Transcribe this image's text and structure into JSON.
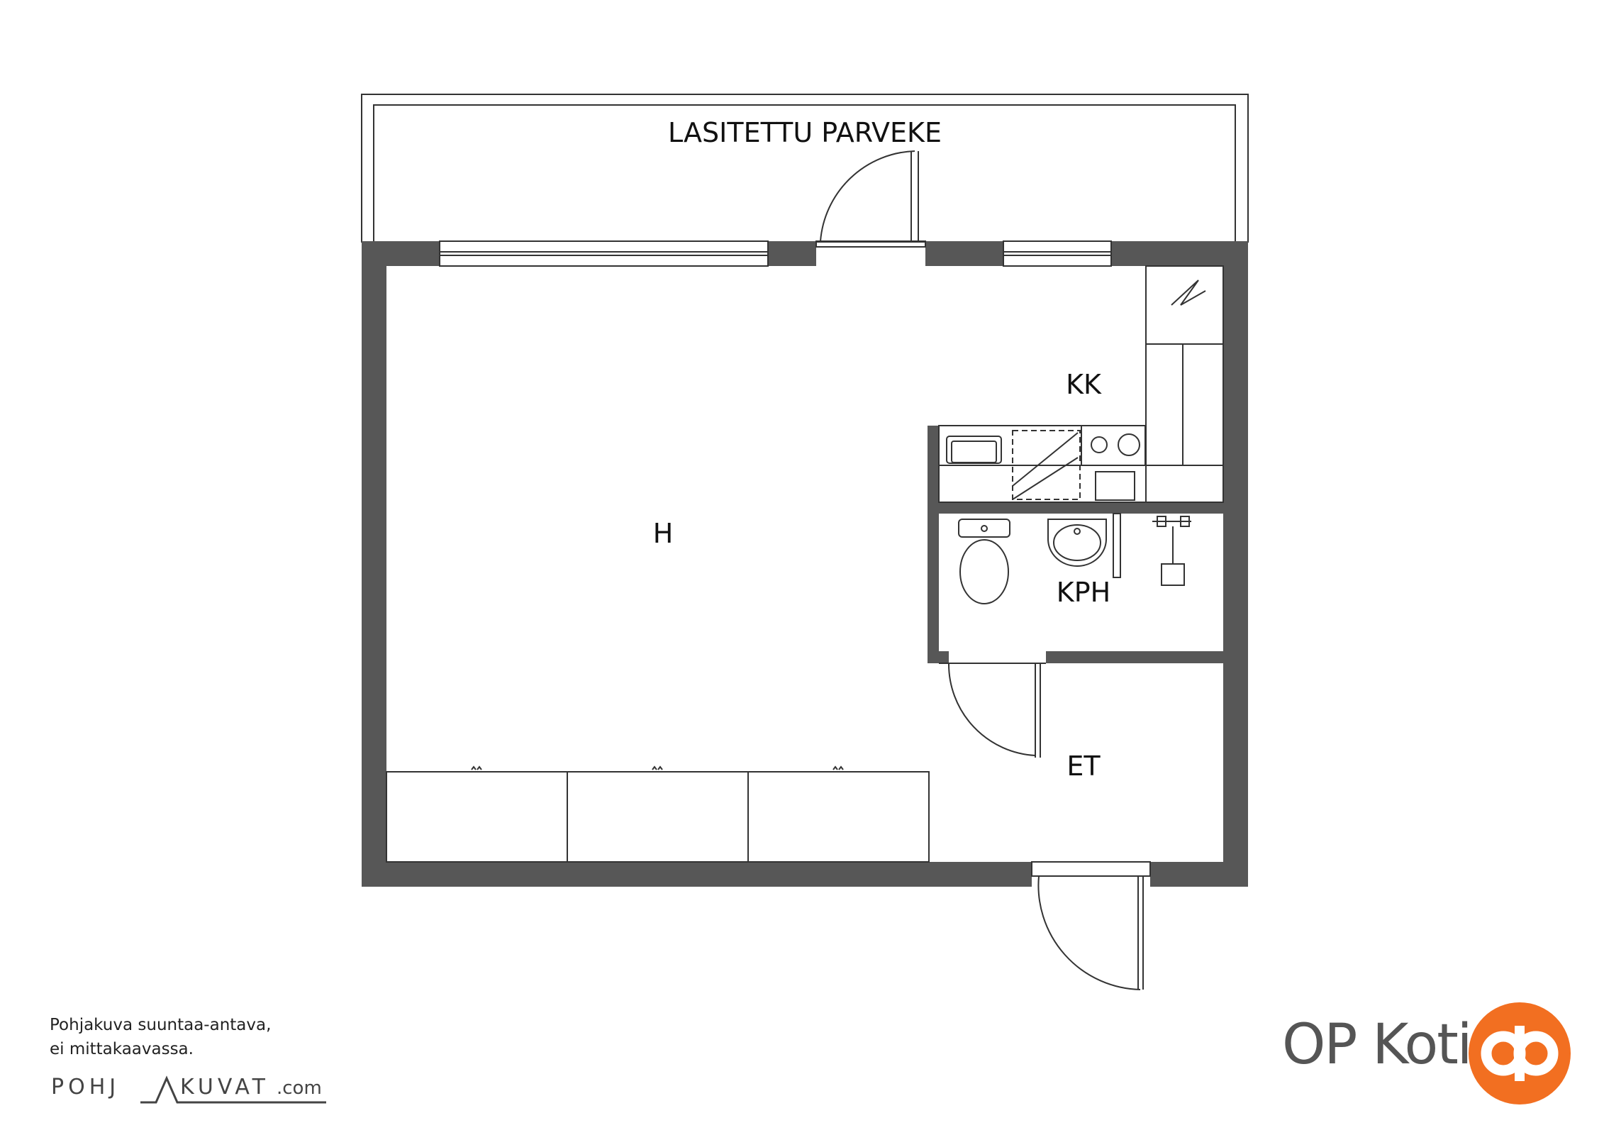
{
  "rooms": {
    "balcony": "LASITETTU PARVEKE",
    "living": "H",
    "kitchen": "KK",
    "bathroom": "KPH",
    "hall": "ET"
  },
  "footer": {
    "disclaimer_line1": "Pohjakuva suuntaa-antava,",
    "disclaimer_line2": "ei mittakaavassa.",
    "credit_part1": "POHJ",
    "credit_part2": "KUVAT",
    "credit_part3": ".com",
    "brand": "OP Koti"
  },
  "colors": {
    "wall": "#575757",
    "line": "#333333",
    "brand_orange": "#f26f21"
  }
}
